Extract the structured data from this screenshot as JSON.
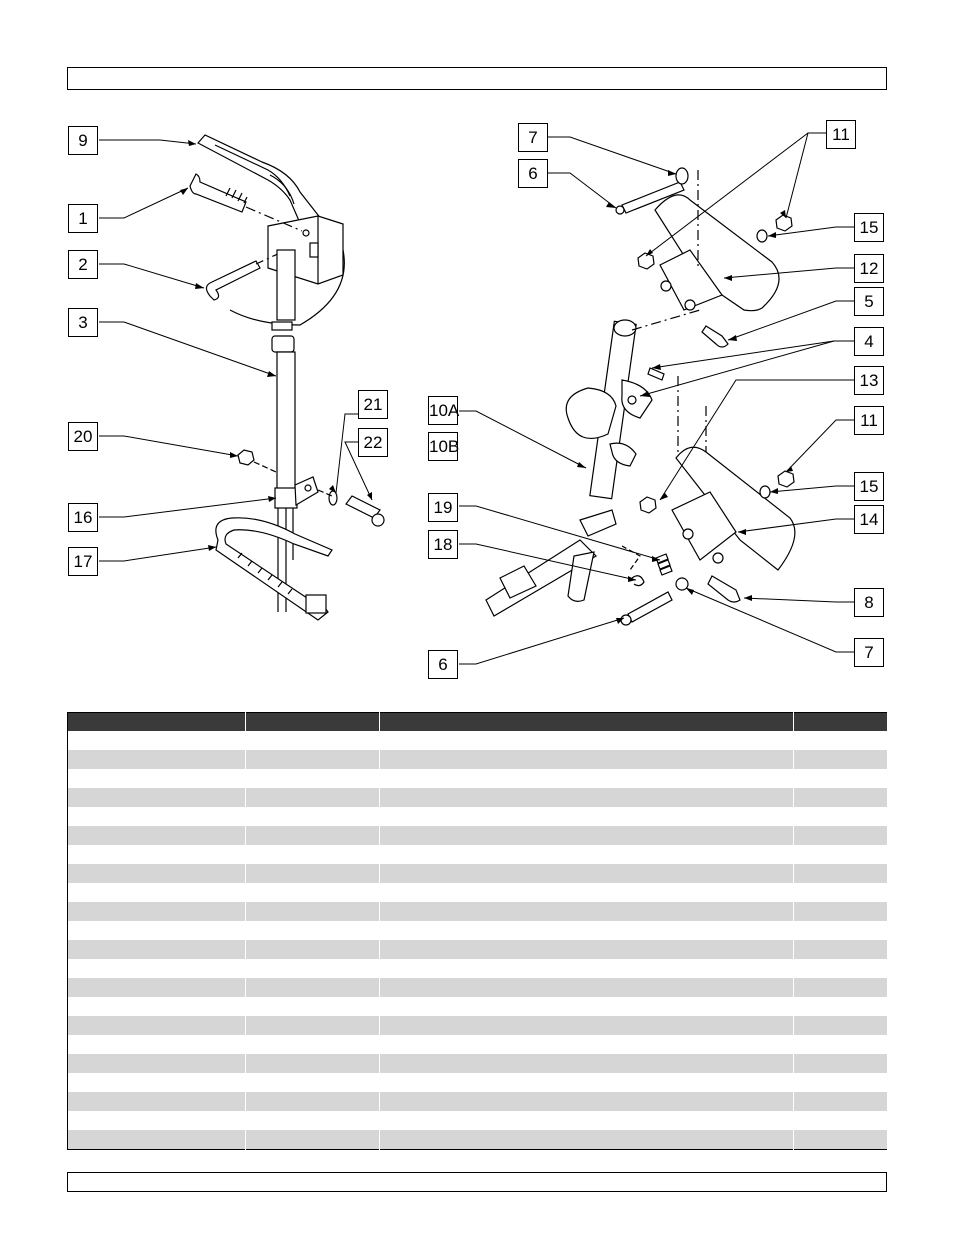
{
  "header": {
    "text": ""
  },
  "footer": {
    "text": ""
  },
  "callouts": {
    "c9": "9",
    "c1": "1",
    "c2": "2",
    "c3": "3",
    "c20": "20",
    "c16": "16",
    "c17": "17",
    "c21": "21",
    "c22": "22",
    "c7a": "7",
    "c6a": "6",
    "c11a": "11",
    "c15a": "15",
    "c12": "12",
    "c5": "5",
    "c4": "4",
    "c13": "13",
    "c10a": "10A",
    "c10b": "10B",
    "c11b": "11",
    "c15b": "15",
    "c19": "19",
    "c14": "14",
    "c18": "18",
    "c8": "8",
    "c7b": "7",
    "c6b": "6"
  },
  "parts_table": {
    "header_color": "#3a3a3a",
    "stripe_color": "#d6d6d6",
    "row_count": 22
  }
}
